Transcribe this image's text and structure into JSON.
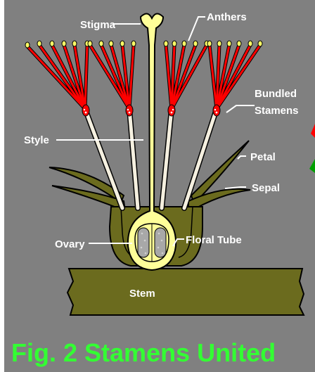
{
  "labels": {
    "stigma": "Stigma",
    "anthers": "Anthers",
    "bundled": "Bundled",
    "stamens": "Stamens",
    "style": "Style",
    "petal": "Petal",
    "sepal": "Sepal",
    "ovary": "Ovary",
    "floral_tube": "Floral Tube",
    "stem": "Stem"
  },
  "caption": "Fig. 2 Stamens United",
  "colors": {
    "background": "#808080",
    "filament_red": "#ff0000",
    "filament_white": "#f5f0e0",
    "pistil": "#ffff99",
    "tissue": "#6b6b1e",
    "ovule": "#a8a8a8",
    "caption": "#33ff33"
  },
  "icons": [
    "red-triangle-icon",
    "green-triangle-icon"
  ]
}
